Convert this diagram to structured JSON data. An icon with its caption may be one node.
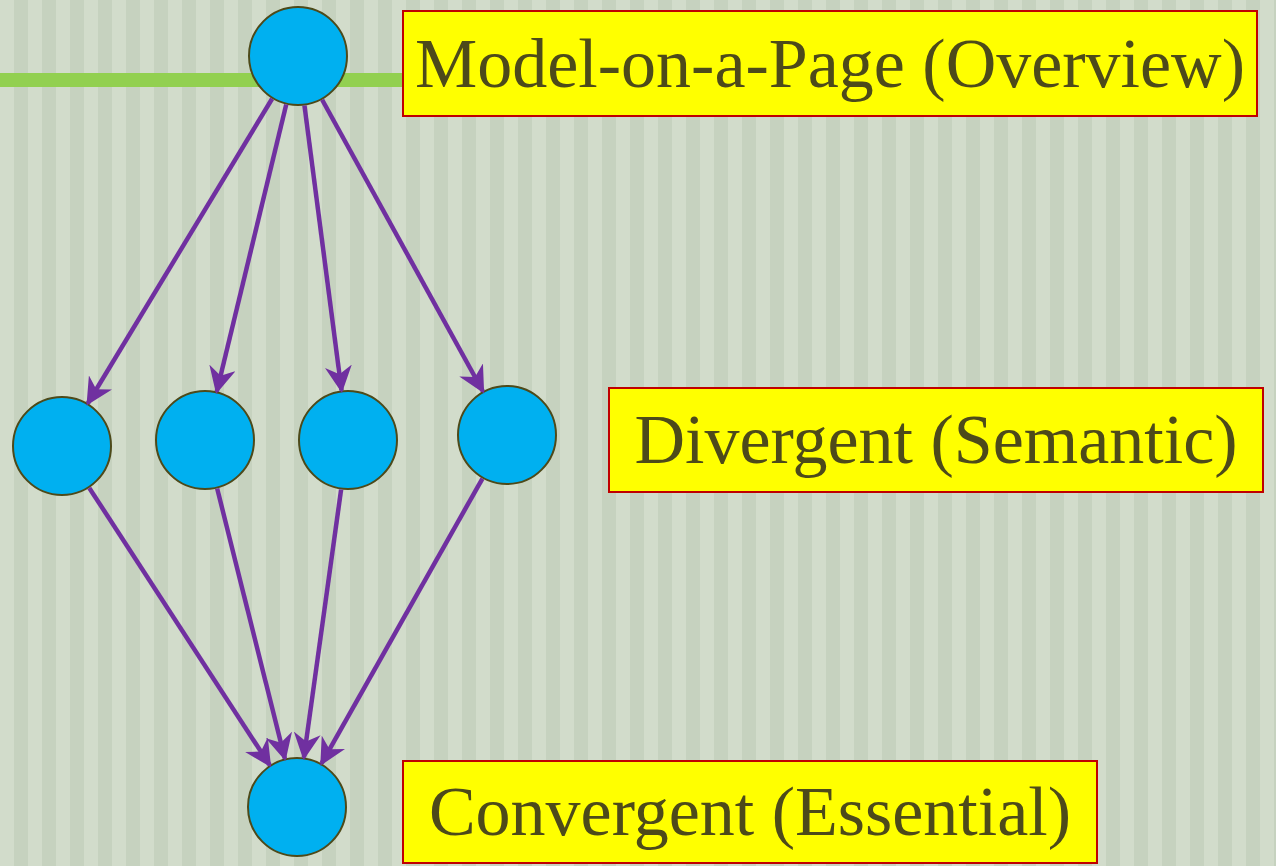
{
  "diagram": {
    "nodes": [
      {
        "text": [],
        "shape": "circle"
      },
      {
        "text": [
          "Model-on-a-Page (Overview)"
        ]
      },
      {
        "text": [],
        "shape": "circle"
      },
      {
        "text": [],
        "shape": "circle"
      },
      {
        "text": [],
        "shape": "circle"
      },
      {
        "text": [],
        "shape": "circle"
      },
      {
        "text": [
          "Divergent (Semantic)"
        ]
      },
      {
        "text": [],
        "shape": "circle"
      },
      {
        "text": [
          "Convergent (Essential)"
        ]
      }
    ],
    "edges": [
      {
        "from": 0,
        "to": 2,
        "arrow": "to"
      },
      {
        "from": 0,
        "to": 3,
        "arrow": "to"
      },
      {
        "from": 0,
        "to": 4,
        "arrow": "to"
      },
      {
        "from": 0,
        "to": 5,
        "arrow": "to"
      },
      {
        "from": 2,
        "to": 7,
        "arrow": "to"
      },
      {
        "from": 3,
        "to": 7,
        "arrow": "to"
      },
      {
        "from": 4,
        "to": 7,
        "arrow": "to"
      },
      {
        "from": 5,
        "to": 7,
        "arrow": "to"
      }
    ]
  }
}
